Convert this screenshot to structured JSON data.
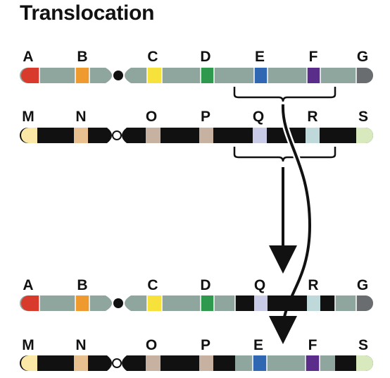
{
  "title": "Translocation",
  "colors": {
    "grey_arm": "#8fa69f",
    "black_arm": "#111111",
    "arrow": "#111111",
    "bracket": "#111111"
  },
  "chromosomes": {
    "original_1": {
      "arm_color": "#8fa69f",
      "bands": [
        {
          "label": "A",
          "color": "#d83a2b"
        },
        {
          "label": "B",
          "color": "#ee9a2e"
        },
        {
          "label": "C",
          "color": "#f6e23a"
        },
        {
          "label": "D",
          "color": "#2f9a4e"
        },
        {
          "label": "E",
          "color": "#2f67b3"
        },
        {
          "label": "F",
          "color": "#5a2d8a"
        },
        {
          "label": "G",
          "color": "#6a6d70"
        }
      ]
    },
    "original_2": {
      "arm_color": "#111111",
      "bands": [
        {
          "label": "M",
          "color": "#fbe7a6"
        },
        {
          "label": "N",
          "color": "#e8c08f"
        },
        {
          "label": "O",
          "color": "#c7b2a1"
        },
        {
          "label": "P",
          "color": "#c7b2a1"
        },
        {
          "label": "Q",
          "color": "#c9cbe6"
        },
        {
          "label": "R",
          "color": "#bfd9db"
        },
        {
          "label": "S",
          "color": "#d7e9bd"
        }
      ]
    },
    "translocated_1": {
      "bands": [
        {
          "label": "A",
          "color": "#d83a2b"
        },
        {
          "label": "B",
          "color": "#ee9a2e"
        },
        {
          "label": "C",
          "color": "#f6e23a"
        },
        {
          "label": "D",
          "color": "#2f9a4e"
        },
        {
          "label": "Q",
          "color": "#c9cbe6"
        },
        {
          "label": "R",
          "color": "#bfd9db"
        },
        {
          "label": "G",
          "color": "#6a6d70"
        }
      ]
    },
    "translocated_2": {
      "bands": [
        {
          "label": "M",
          "color": "#fbe7a6"
        },
        {
          "label": "N",
          "color": "#e8c08f"
        },
        {
          "label": "O",
          "color": "#c7b2a1"
        },
        {
          "label": "P",
          "color": "#c7b2a1"
        },
        {
          "label": "E",
          "color": "#2f67b3"
        },
        {
          "label": "F",
          "color": "#5a2d8a"
        },
        {
          "label": "S",
          "color": "#d7e9bd"
        }
      ]
    }
  }
}
